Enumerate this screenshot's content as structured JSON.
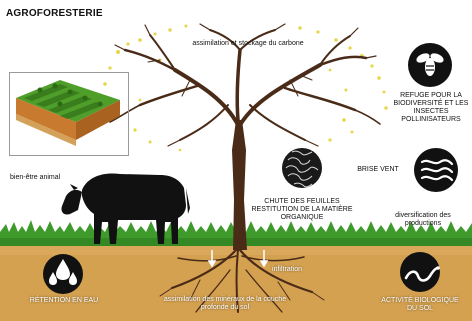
{
  "title": "AGROFORESTERIE",
  "labels": {
    "carbon": "assimilation et stockage du carbone",
    "refuge": "REFUGE POUR LA BIODIVERSITÉ ET LES INSECTES POLLINISATEURS",
    "windbreak": "BRISE VENT",
    "animal_welfare": "bien-être animal",
    "leaf_fall": "CHUTE DES FEUILLES RESTITUTION DE LA MATIÈRE ORGANIQUE",
    "diversification": "diversification des productions",
    "water_retention": "RÉTENTION EN EAU",
    "infiltration": "infiltration",
    "deep_soil": "assimilation des minéraux de la couche profonde du sol",
    "biological_activity": "ACTIVITÉ BIOLOGIQUE DU SOL"
  },
  "icons": {
    "bee": "bee-icon",
    "organic_matter": "organic-matter-icon",
    "wind": "wind-icon",
    "water": "water-drops-icon",
    "worm": "earthworm-icon"
  },
  "colors": {
    "soil": "#d9a85a",
    "grass": "#3f9a2c",
    "trunk": "#4a2b18",
    "leaf_yellow": "#e7d64a",
    "icon_dark": "#111111"
  }
}
